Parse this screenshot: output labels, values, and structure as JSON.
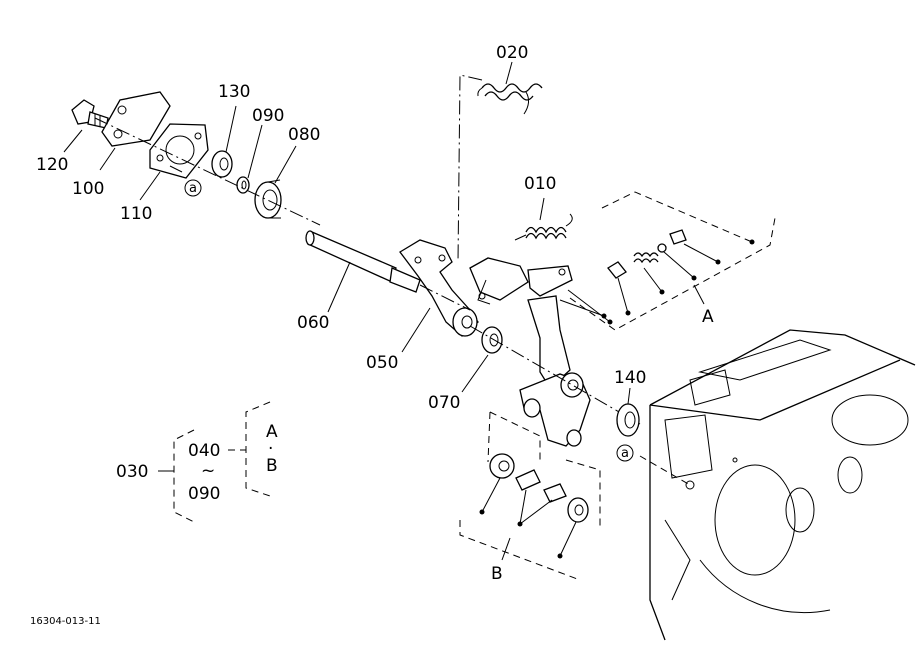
{
  "labels": {
    "p020": "020",
    "p010": "010",
    "p130": "130",
    "p090": "090",
    "p080": "080",
    "p120": "120",
    "p100": "100",
    "p110": "110",
    "p060": "060",
    "p050": "050",
    "p070": "070",
    "p140": "140",
    "p030": "030",
    "p040": "040",
    "tilde": "~",
    "p090b": "090",
    "groupA": "A",
    "groupB": "B",
    "refA": "A",
    "dotSep": "·",
    "refB": "B",
    "circleA": "a",
    "circleB": "a"
  },
  "caption": "16304-013-11"
}
